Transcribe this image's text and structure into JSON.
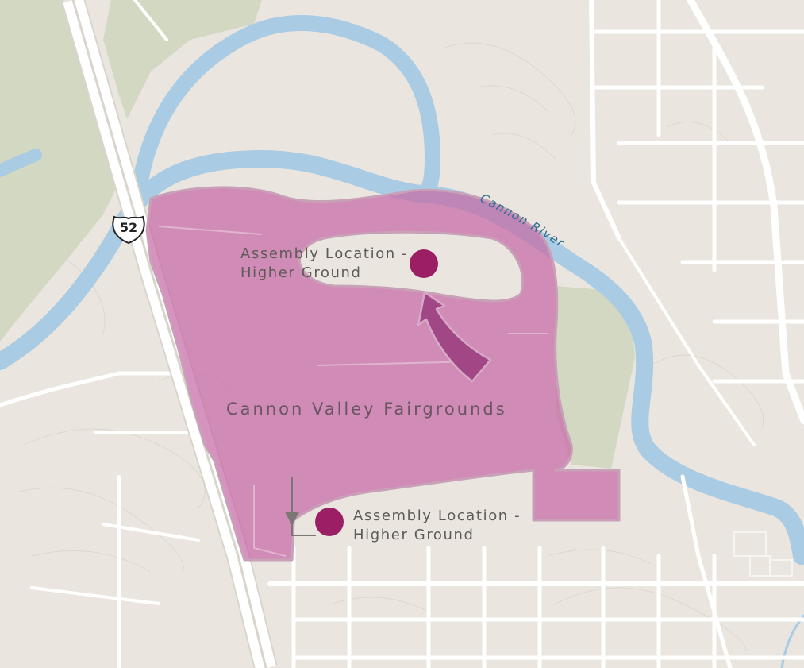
{
  "colors": {
    "land": "#eae6df",
    "park": "#d2d8c2",
    "water": "#a9cbe3",
    "road": "#ffffff",
    "flood_zone": "#c66aa6",
    "assembly_point": "#9c1f65",
    "arrow": "#a24785"
  },
  "labels": {
    "area_name": "Cannon Valley Fairgrounds",
    "river_name": "Cannon River",
    "highway_shield": "52",
    "assembly_upper_line1": "Assembly Location -",
    "assembly_upper_line2": "Higher Ground",
    "assembly_lower_line1": "Assembly Location -",
    "assembly_lower_line2": "Higher Ground"
  },
  "icons": {
    "highway_shield": "us-route-shield-icon",
    "assembly_point": "circle-marker-icon",
    "evacuation_arrow": "curved-arrow-icon",
    "direction_pointer": "leader-arrow-icon"
  }
}
